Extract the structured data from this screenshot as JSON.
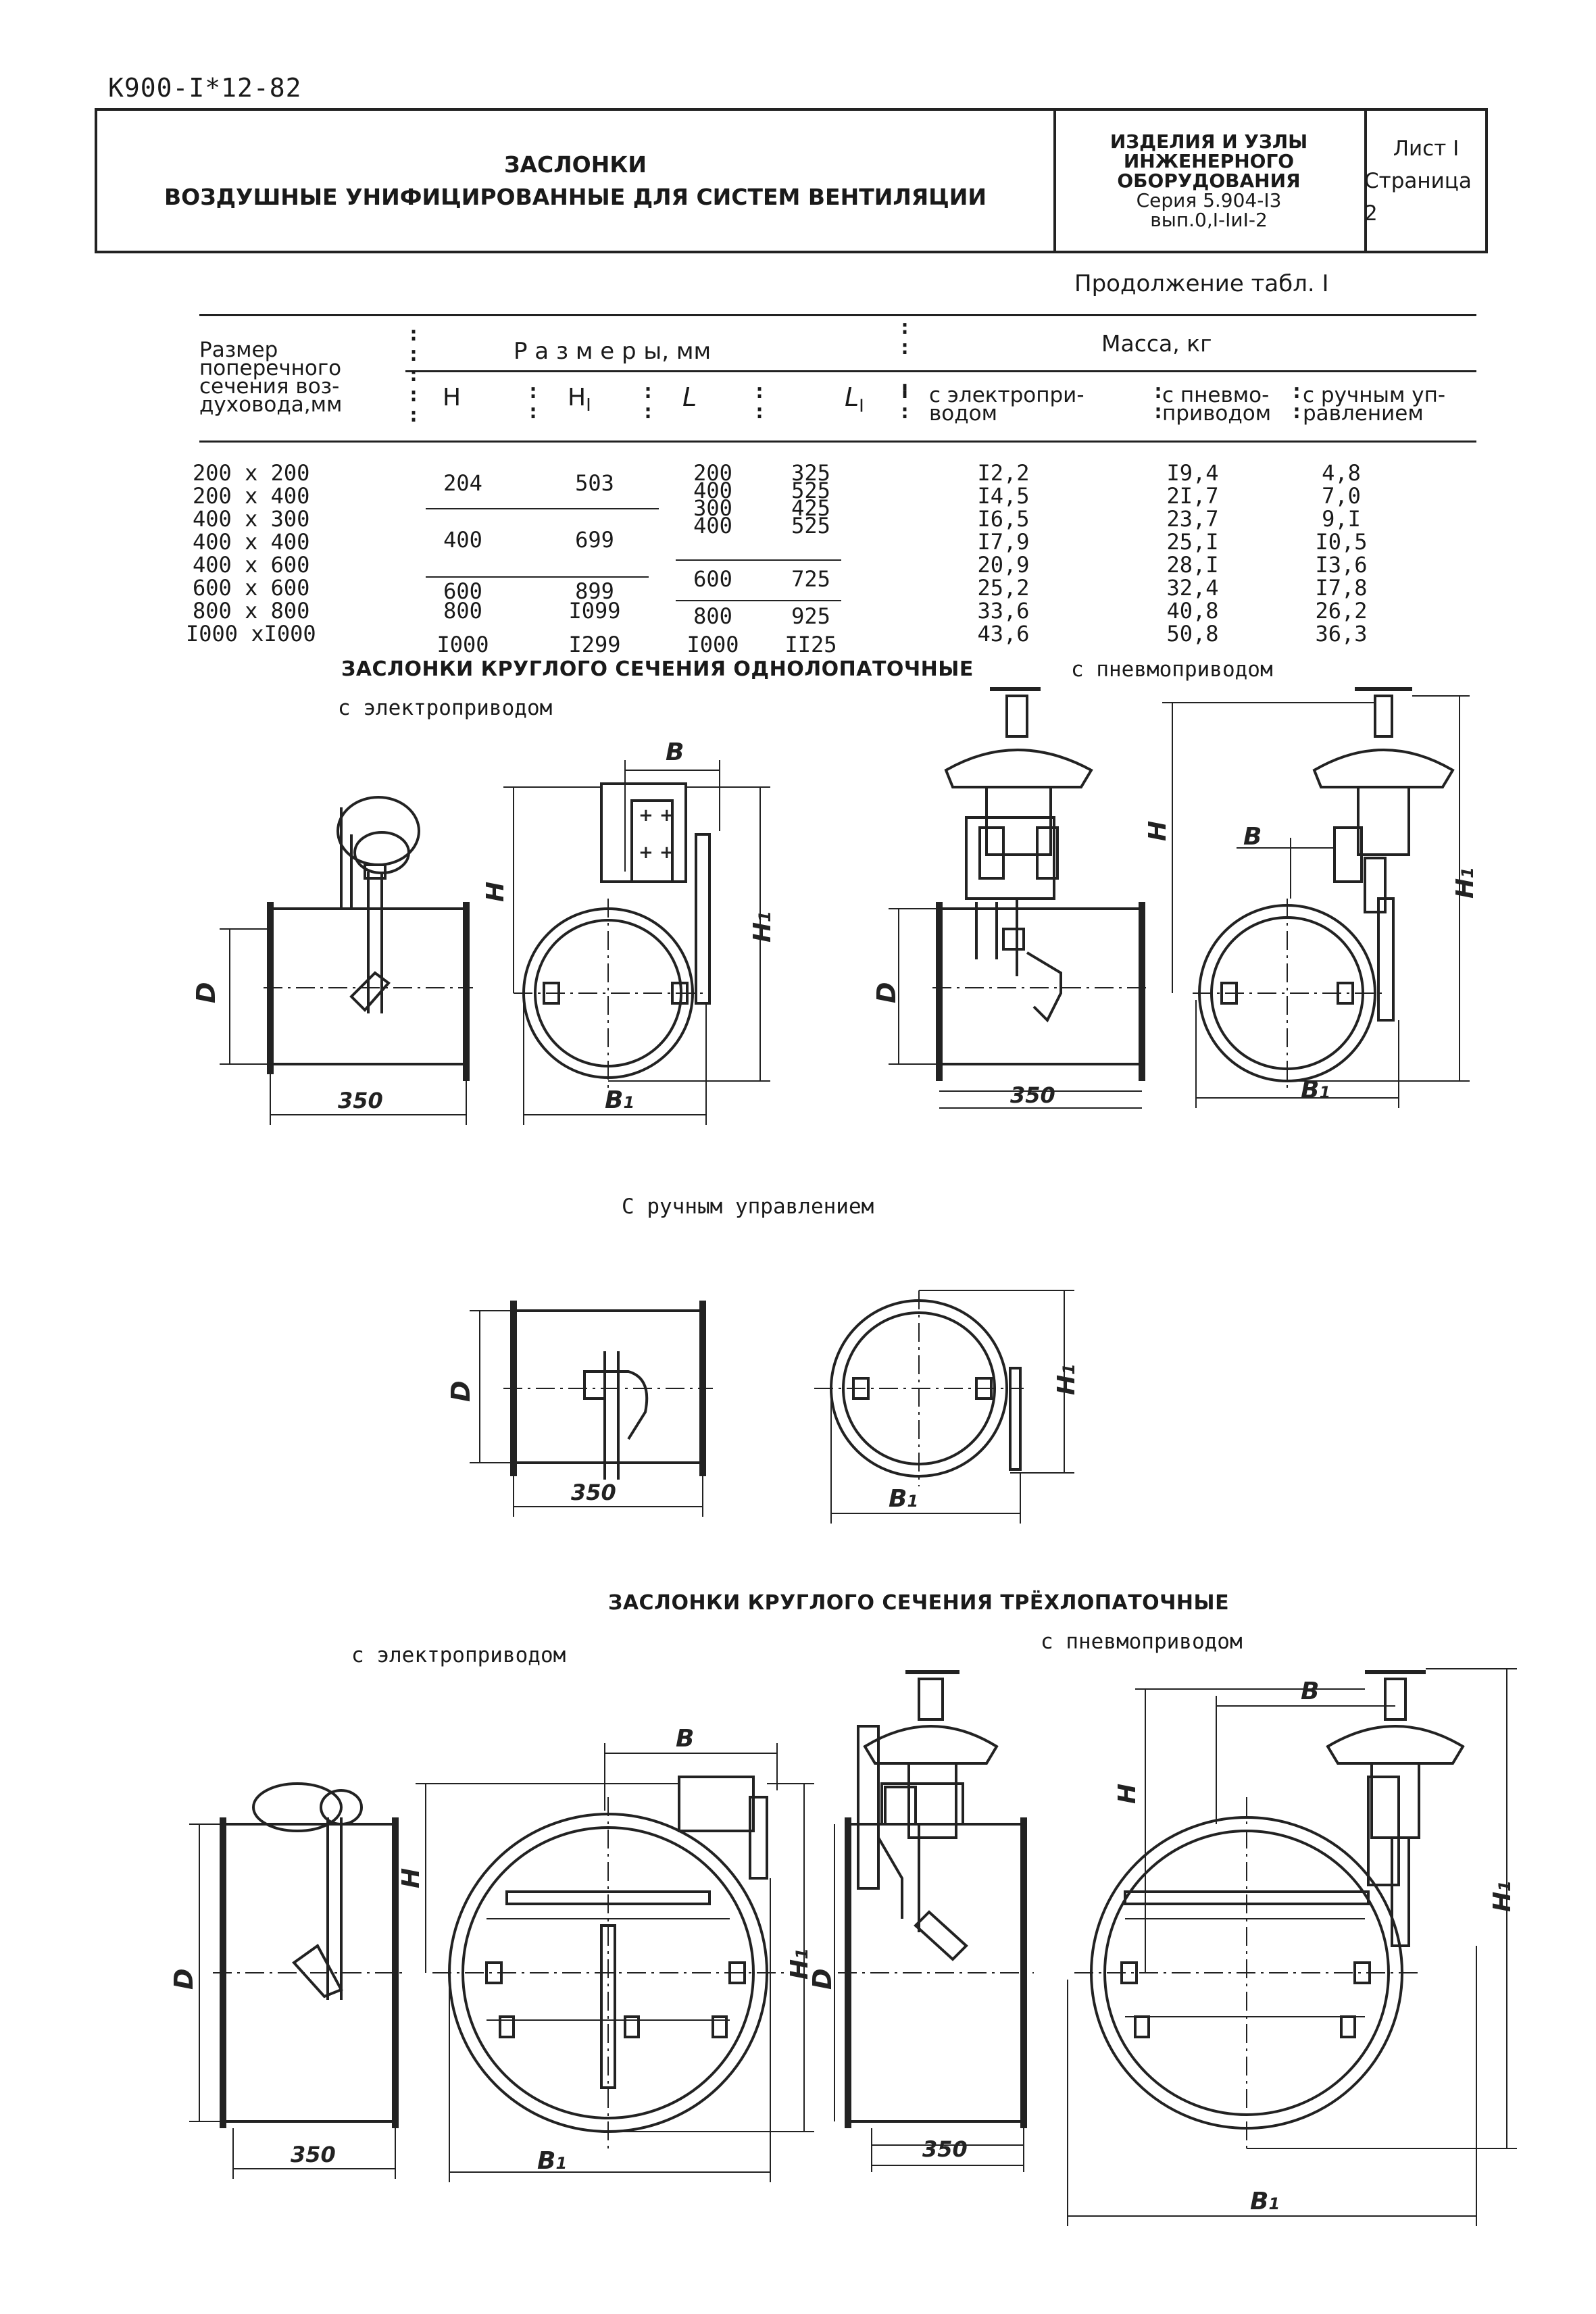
{
  "document": {
    "code": "К900-I*12-82"
  },
  "header": {
    "title_line1": "ЗАСЛОНКИ",
    "title_line2": "ВОЗДУШНЫЕ УНИФИЦИРОВАННЫЕ ДЛЯ СИСТЕМ ВЕНТИЛЯЦИИ",
    "series_lines": [
      "ИЗДЕЛИЯ И УЗЛЫ",
      "ИНЖЕНЕРНОГО",
      "ОБОРУДОВАНИЯ",
      "Серия 5.904-I3",
      "вып.0,I-IиI-2"
    ],
    "sheet": "Лист I",
    "page": "Страница 2"
  },
  "continuation": "Продолжение табл. I",
  "table": {
    "col_size_lines": [
      "Размер",
      "поперечного",
      "сечения воз-",
      "духовода,мм"
    ],
    "group_dims": "Р а з м е р ы, мм",
    "group_mass": "Масса, кг",
    "col_H": "H",
    "col_H1": "H",
    "col_H1_sub": "I",
    "col_L": "L",
    "col_L1": "L",
    "col_L1_sub": "I",
    "col_electric_lines": [
      "с электропри-",
      "водом"
    ],
    "col_pneumo_lines": [
      "с пневмо-",
      "приводом"
    ],
    "col_manual_lines": [
      "с ручным уп-",
      "равлением"
    ],
    "sizes": [
      "200 x 200",
      "200 x 400",
      "400 x 300",
      "400 x 400",
      "400 x 600",
      "600 x 600",
      "800 x 800",
      "I000 xI000"
    ],
    "H_groups": [
      "204",
      "400",
      "600",
      "800",
      "I000"
    ],
    "H1_groups": [
      "503",
      "699",
      "899",
      "I099",
      "I299"
    ],
    "L_values": [
      "200",
      "400",
      "300",
      "400",
      "600",
      "800",
      "I000"
    ],
    "L1_values": [
      "325",
      "525",
      "425",
      "525",
      "725",
      "925",
      "II25"
    ],
    "mass_electric": [
      "I2,2",
      "I4,5",
      "I6,5",
      "I7,9",
      "20,9",
      "25,2",
      "33,6",
      "43,6"
    ],
    "mass_pneumo": [
      "I9,4",
      "2I,7",
      "23,7",
      "25,I",
      "28,I",
      "32,4",
      "40,8",
      "50,8"
    ],
    "mass_manual": [
      "4,8",
      "7,0",
      "9,I",
      "I0,5",
      "I3,6",
      "I7,8",
      "26,2",
      "36,3"
    ]
  },
  "sections": {
    "single_blade_title": "ЗАСЛОНКИ КРУГЛОГО СЕЧЕНИЯ ОДНОЛОПАТОЧНЫЕ",
    "with_electric": "с электроприводом",
    "with_pneumo": "с пневмоприводом",
    "manual_title": "С ручным управлением",
    "triple_blade_title": "ЗАСЛОНКИ КРУГЛОГО СЕЧЕНИЯ ТРЁХЛОПАТОЧНЫЕ",
    "with_electric_2": "с электроприводом",
    "with_pneumo_2": "с пневмоприводом"
  },
  "dims": {
    "D": "D",
    "B": "B",
    "B1": "B",
    "B1_sub": "1",
    "H": "H",
    "H1": "H",
    "H1_sub": "1",
    "len350": "350"
  }
}
